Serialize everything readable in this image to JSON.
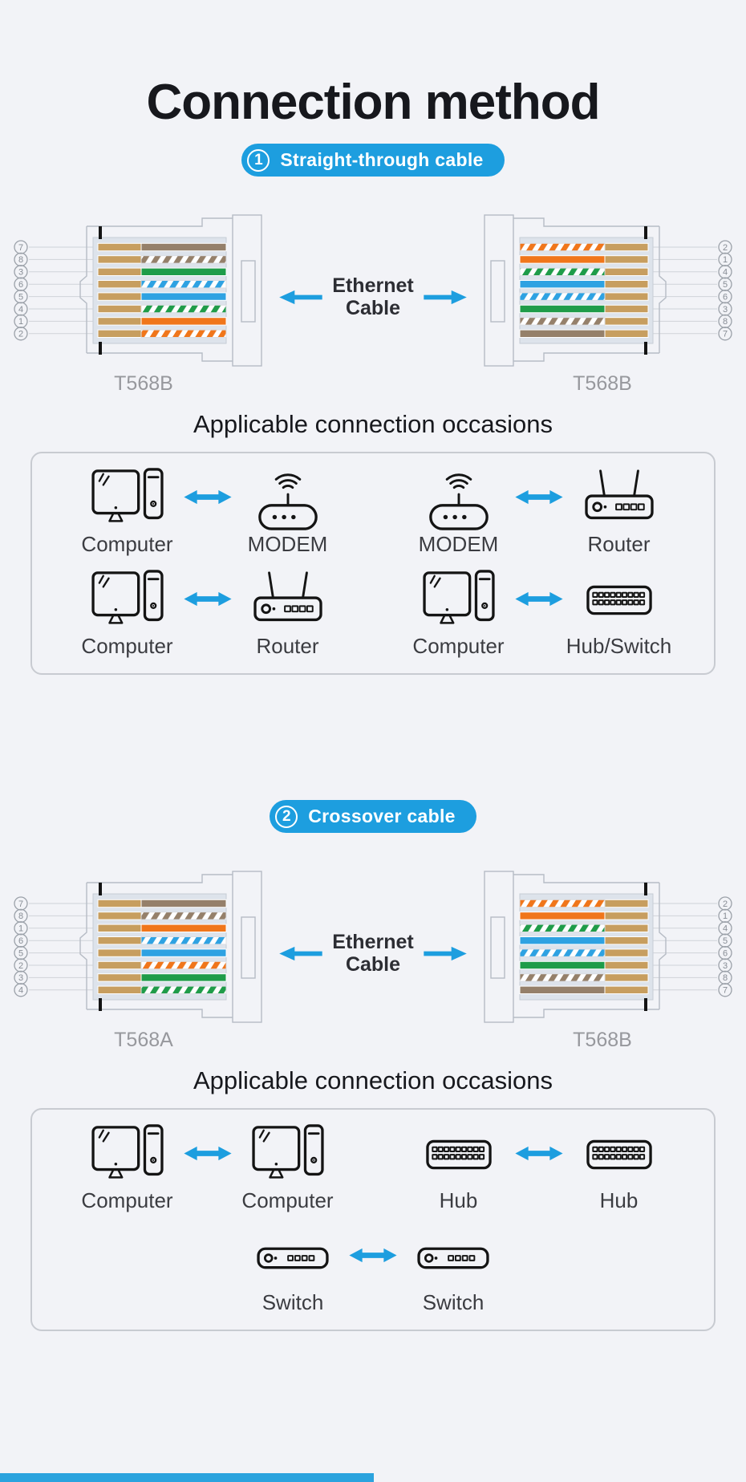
{
  "page": {
    "title": "Connection method",
    "bg": "#f2f3f7",
    "accent": "#1d9edf",
    "bottom_bar_color": "#2ba3de"
  },
  "wire_palette": {
    "contact": "#c79e5f",
    "orange": "#f0761b",
    "green": "#1f9c49",
    "blue": "#2ea2e2",
    "brown": "#95806a",
    "panel": "#dde3eb",
    "panel_edge": "#c6cdd6",
    "outline": "#b6bcc5",
    "leader": "#cfd3d9",
    "pin_ring": "#9ba1a9",
    "pin_text": "#878d95"
  },
  "sections": [
    {
      "badge": {
        "number": "1",
        "label": "Straight-through cable"
      },
      "cable": {
        "line1": "Ethernet",
        "line2": "Cable"
      },
      "left_connector": {
        "standard": "T568B",
        "pins": [
          "7",
          "8",
          "3",
          "6",
          "5",
          "4",
          "1",
          "2"
        ],
        "wires": [
          "brown",
          "white-brown",
          "green",
          "white-blue",
          "blue",
          "white-green",
          "orange",
          "white-orange"
        ]
      },
      "right_connector": {
        "standard": "T568B",
        "pins": [
          "2",
          "1",
          "4",
          "5",
          "6",
          "3",
          "8",
          "7"
        ],
        "wires": [
          "white-orange",
          "orange",
          "white-green",
          "blue",
          "white-blue",
          "green",
          "white-brown",
          "brown"
        ]
      },
      "occasions_title": "Applicable connection occasions",
      "occasion_rows": [
        [
          {
            "a": {
              "icon": "computer",
              "label": "Computer"
            },
            "b": {
              "icon": "modem",
              "label": "MODEM"
            }
          },
          {
            "a": {
              "icon": "modem",
              "label": "MODEM"
            },
            "b": {
              "icon": "router",
              "label": "Router"
            }
          }
        ],
        [
          {
            "a": {
              "icon": "computer",
              "label": "Computer"
            },
            "b": {
              "icon": "router",
              "label": "Router"
            }
          },
          {
            "a": {
              "icon": "computer",
              "label": "Computer"
            },
            "b": {
              "icon": "hub",
              "label": "Hub/Switch"
            }
          }
        ]
      ]
    },
    {
      "badge": {
        "number": "2",
        "label": "Crossover cable"
      },
      "cable": {
        "line1": "Ethernet",
        "line2": "Cable"
      },
      "left_connector": {
        "standard": "T568A",
        "pins": [
          "7",
          "8",
          "1",
          "6",
          "5",
          "2",
          "3",
          "4"
        ],
        "wires": [
          "brown",
          "white-brown",
          "orange",
          "white-blue",
          "blue",
          "white-orange",
          "green",
          "white-green"
        ]
      },
      "right_connector": {
        "standard": "T568B",
        "pins": [
          "2",
          "1",
          "4",
          "5",
          "6",
          "3",
          "8",
          "7"
        ],
        "wires": [
          "white-orange",
          "orange",
          "white-green",
          "blue",
          "white-blue",
          "green",
          "white-brown",
          "brown"
        ]
      },
      "occasions_title": "Applicable connection occasions",
      "occasion_rows": [
        [
          {
            "a": {
              "icon": "computer",
              "label": "Computer"
            },
            "b": {
              "icon": "computer",
              "label": "Computer"
            }
          },
          {
            "a": {
              "icon": "hub",
              "label": "Hub"
            },
            "b": {
              "icon": "hub",
              "label": "Hub"
            }
          }
        ],
        [
          {
            "a": {
              "icon": "switch",
              "label": "Switch"
            },
            "b": {
              "icon": "switch",
              "label": "Switch"
            }
          }
        ]
      ]
    }
  ]
}
